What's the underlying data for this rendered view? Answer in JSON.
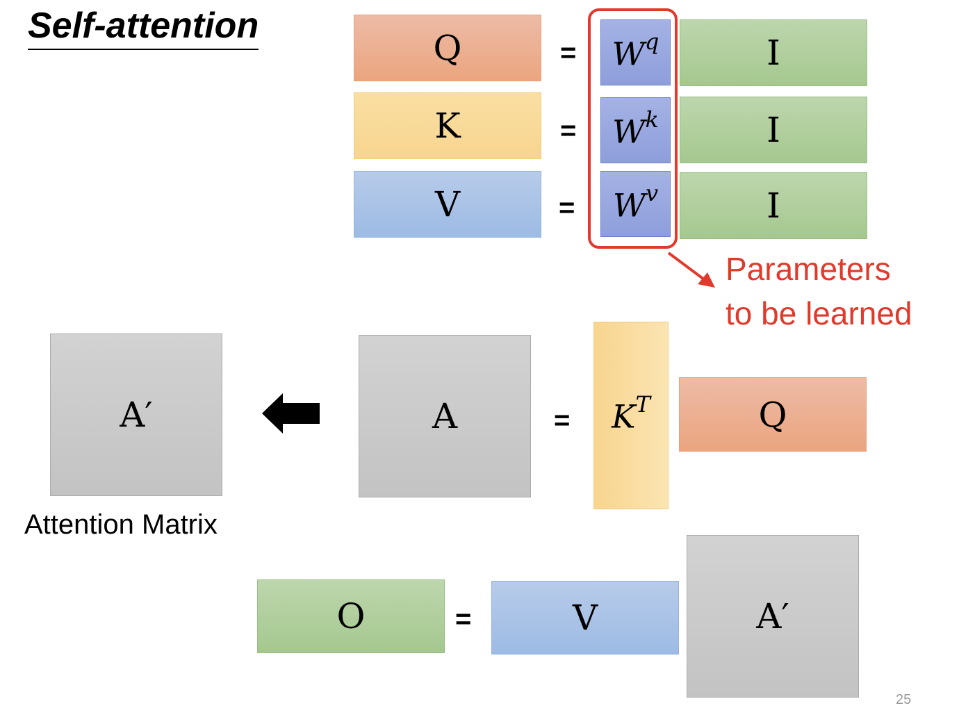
{
  "title": "Self-attention",
  "equations": {
    "q": {
      "lhs": "Q",
      "w_base": "W",
      "w_sup": "q",
      "rhs": "I"
    },
    "k": {
      "lhs": "K",
      "w_base": "W",
      "w_sup": "k",
      "rhs": "I"
    },
    "v": {
      "lhs": "V",
      "w_base": "W",
      "w_sup": "v",
      "rhs": "I"
    },
    "equals": "="
  },
  "parameters_note": {
    "line1": "Parameters",
    "line2": "to be learned",
    "color": "#e03a2c"
  },
  "attention": {
    "a_prime": "A′",
    "a": "A",
    "kt_base": "K",
    "kt_sup": "T",
    "q": "Q",
    "caption": "Attention Matrix"
  },
  "output": {
    "o": "O",
    "v": "V",
    "a_prime": "A′"
  },
  "page_number": "25",
  "colors": {
    "query": "#eba57f",
    "key": "#f8d58f",
    "value": "#9dbbe4",
    "input": "#a5c88f",
    "weights": "#8e9edb",
    "attention": "#c3c3c3"
  }
}
